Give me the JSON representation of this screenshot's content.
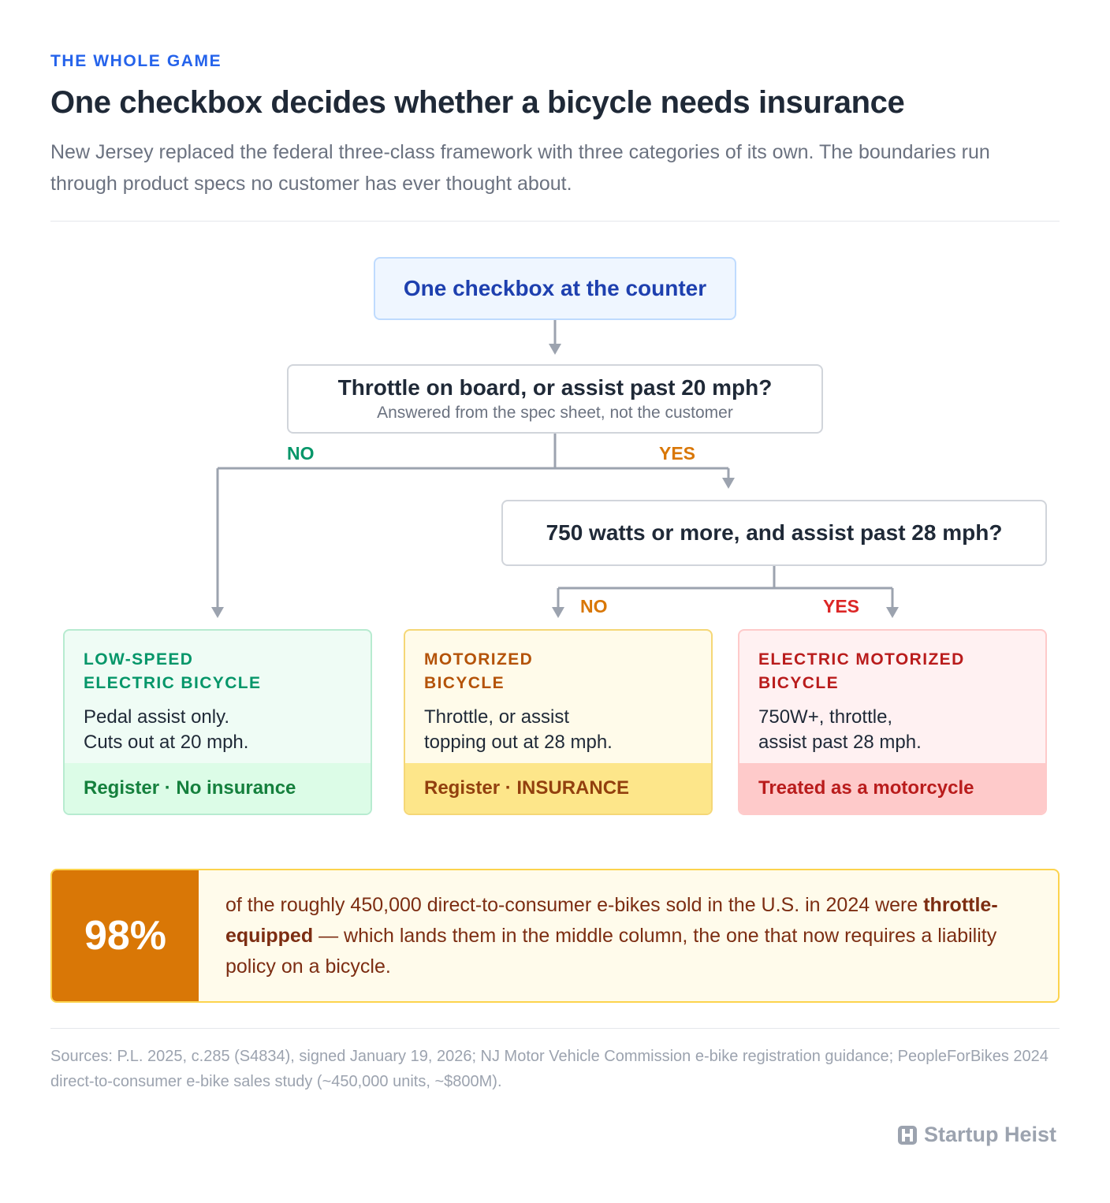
{
  "header": {
    "kicker": "THE WHOLE GAME",
    "title": "One checkbox decides whether a bicycle needs insurance",
    "subtitle": "New Jersey replaced the federal three-class framework with three categories of its own. The boundaries run through product specs no customer has ever thought about."
  },
  "flow": {
    "start": "One checkbox at the counter",
    "q1": {
      "title": "Throttle on board, or assist past 20 mph?",
      "subtitle": "Answered from the spec sheet, not the customer",
      "no_label": "NO",
      "yes_label": "YES"
    },
    "q2": {
      "title": "750 watts or more, and assist past 28 mph?",
      "no_label": "NO",
      "yes_label": "YES"
    }
  },
  "categories": [
    {
      "name_line1": "LOW-SPEED",
      "name_line2": "ELECTRIC BICYCLE",
      "desc_line1": "Pedal assist only.",
      "desc_line2": "Cuts out at 20 mph.",
      "outcome": "Register · No insurance",
      "color": "#059669"
    },
    {
      "name_line1": "MOTORIZED",
      "name_line2": "BICYCLE",
      "desc_line1": "Throttle, or assist",
      "desc_line2": "topping out at 28 mph.",
      "outcome": "Register · INSURANCE",
      "color": "#b45309"
    },
    {
      "name_line1": "ELECTRIC MOTORIZED",
      "name_line2": "BICYCLE",
      "desc_line1": "750W+, throttle,",
      "desc_line2": "assist past 28 mph.",
      "outcome": "Treated as a motorcycle",
      "color": "#b91c1c"
    }
  ],
  "stat": {
    "value": "98%",
    "text_before": "of the roughly 450,000 direct-to-consumer e-bikes sold in the U.S. in 2024 were",
    "text_bold": "throttle-equipped",
    "text_after": "— which lands them in the middle column, the one that now requires a liability policy on a bicycle."
  },
  "sources": "Sources: P.L. 2025, c.285 (S4834), signed January 19, 2026; NJ Motor Vehicle Commission e-bike registration guidance; PeopleForBikes 2024 direct-to-consumer e-bike sales study (~450,000 units, ~$800M).",
  "brand": {
    "name": "Startup Heist",
    "icon": "heist-logo-icon"
  },
  "colors": {
    "accent": "#2563eb",
    "connector": "#9ca3af",
    "green": "#059669",
    "amber": "#d97706",
    "red": "#dc2626"
  }
}
